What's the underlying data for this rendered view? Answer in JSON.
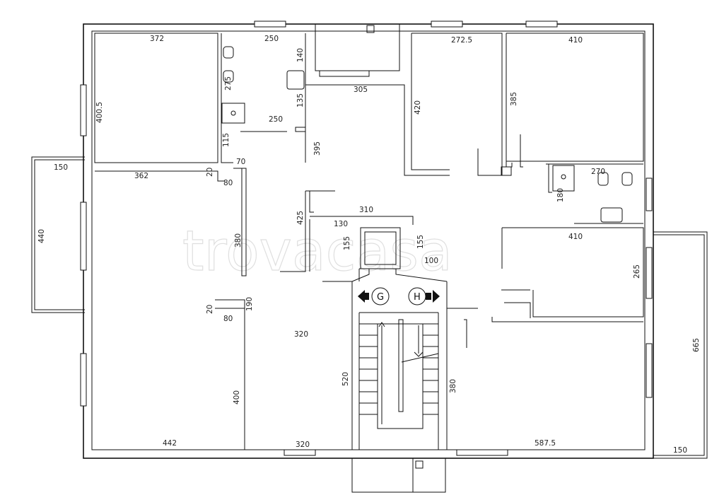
{
  "watermark": "trovacasa",
  "stair_markers": {
    "left": "G",
    "right": "H"
  },
  "dimensions": {
    "d372": "372",
    "d250_top": "250",
    "d140": "140",
    "d275": "275",
    "d135": "135",
    "d250_mid": "250",
    "d4005": "400.5",
    "d115": "115",
    "d70": "70",
    "d305": "305",
    "d395": "395",
    "d2725": "272.5",
    "d420": "420",
    "d410_top": "410",
    "d385": "385",
    "d270": "270",
    "d180": "180",
    "d150_left": "150",
    "d440": "440",
    "d362": "362",
    "d20_top": "20",
    "d80_top": "80",
    "d380_left": "380",
    "d425": "425",
    "d310": "310",
    "d130": "130",
    "d155_a": "155",
    "d155_b": "155",
    "d100": "100",
    "d410_mid": "410",
    "d265": "265",
    "d20_bot": "20",
    "d190": "190",
    "d80_bot": "80",
    "d320_mid": "320",
    "d520": "520",
    "d380_right": "380",
    "d665": "665",
    "d400": "400",
    "d442": "442",
    "d320_bot": "320",
    "d5875": "587.5",
    "d150_right": "150"
  }
}
